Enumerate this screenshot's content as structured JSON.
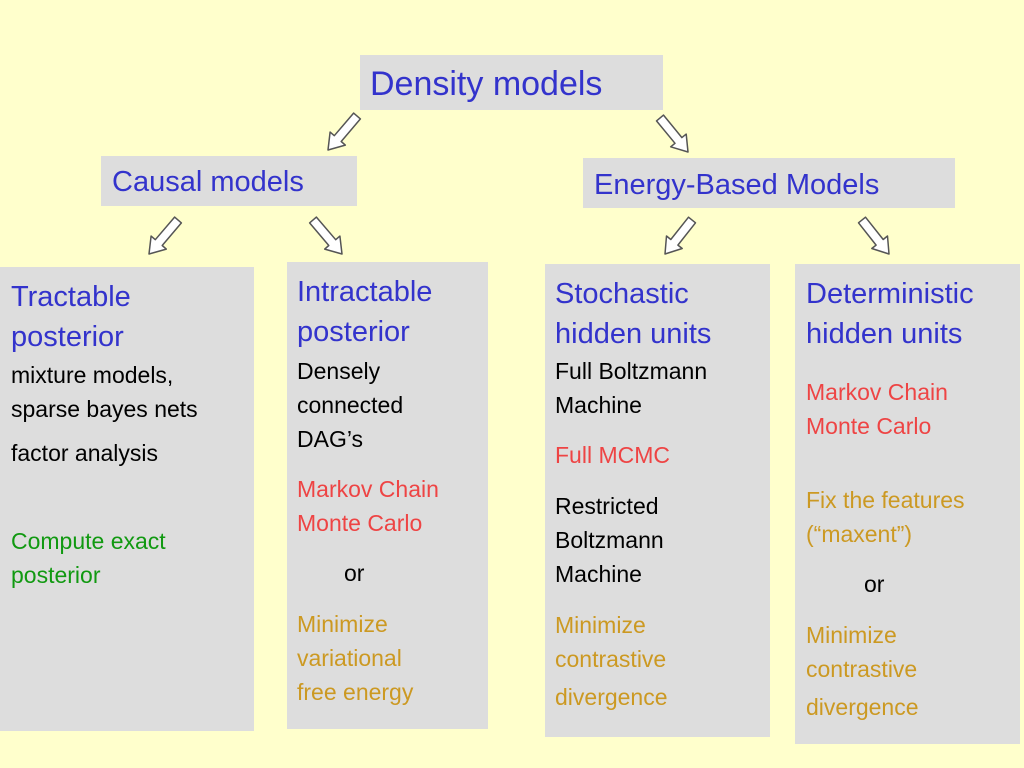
{
  "root": {
    "title": "Density models"
  },
  "causal": {
    "title": "Causal models"
  },
  "energy": {
    "title": "Energy-Based Models"
  },
  "columns": [
    {
      "heading": [
        "Tractable",
        "posterior"
      ],
      "items": [
        {
          "lines": [
            "mixture models,",
            "sparse bayes nets"
          ],
          "color": "#000000"
        },
        {
          "lines": [
            "factor analysis"
          ],
          "color": "#000000"
        },
        {
          "lines": [
            "Compute exact",
            "posterior"
          ],
          "color": "#119911"
        }
      ]
    },
    {
      "heading": [
        "Intractable",
        "posterior"
      ],
      "items": [
        {
          "lines": [
            "Densely",
            "connected",
            "DAG’s"
          ],
          "color": "#000000"
        },
        {
          "lines": [
            "Markov Chain",
            "Monte Carlo"
          ],
          "color": "#ee4444"
        },
        {
          "lines": [
            "or"
          ],
          "color": "#000000"
        },
        {
          "lines": [
            "Minimize",
            "variational",
            "free energy"
          ],
          "color": "#cc9922"
        }
      ]
    },
    {
      "heading": [
        "Stochastic",
        "hidden units"
      ],
      "items": [
        {
          "lines": [
            "Full Boltzmann",
            "Machine"
          ],
          "color": "#000000"
        },
        {
          "lines": [
            "Full MCMC"
          ],
          "color": "#ee4444"
        },
        {
          "lines": [
            "Restricted",
            "Boltzmann",
            "Machine"
          ],
          "color": "#000000"
        },
        {
          "lines": [
            "Minimize",
            "contrastive",
            "divergence"
          ],
          "color": "#cc9922"
        }
      ]
    },
    {
      "heading": [
        "Deterministic",
        "hidden units"
      ],
      "items": [
        {
          "lines": [
            "Markov Chain",
            "Monte Carlo"
          ],
          "color": "#ee4444"
        },
        {
          "lines": [
            "Fix the features",
            "(“maxent”)"
          ],
          "color": "#cc9922"
        },
        {
          "lines": [
            "or"
          ],
          "color": "#000000"
        },
        {
          "lines": [
            "Minimize",
            "contrastive",
            "divergence"
          ],
          "color": "#cc9922"
        }
      ]
    }
  ]
}
